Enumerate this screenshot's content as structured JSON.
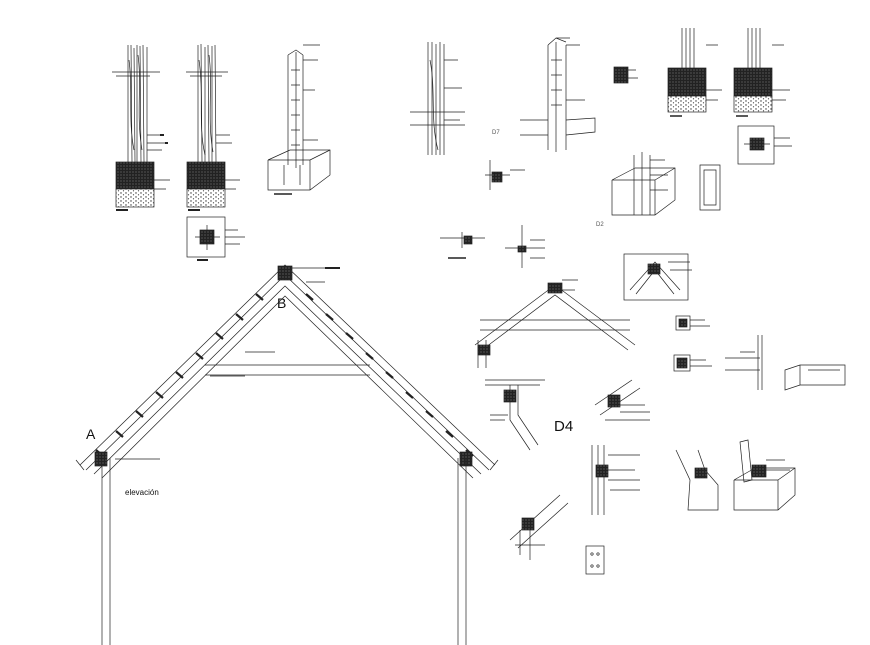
{
  "labels": {
    "point_a": "A",
    "point_b": "B",
    "elevation": "elevación",
    "detail_d4": "D4",
    "detail_d7": "D7",
    "detail_d2": "D2"
  }
}
